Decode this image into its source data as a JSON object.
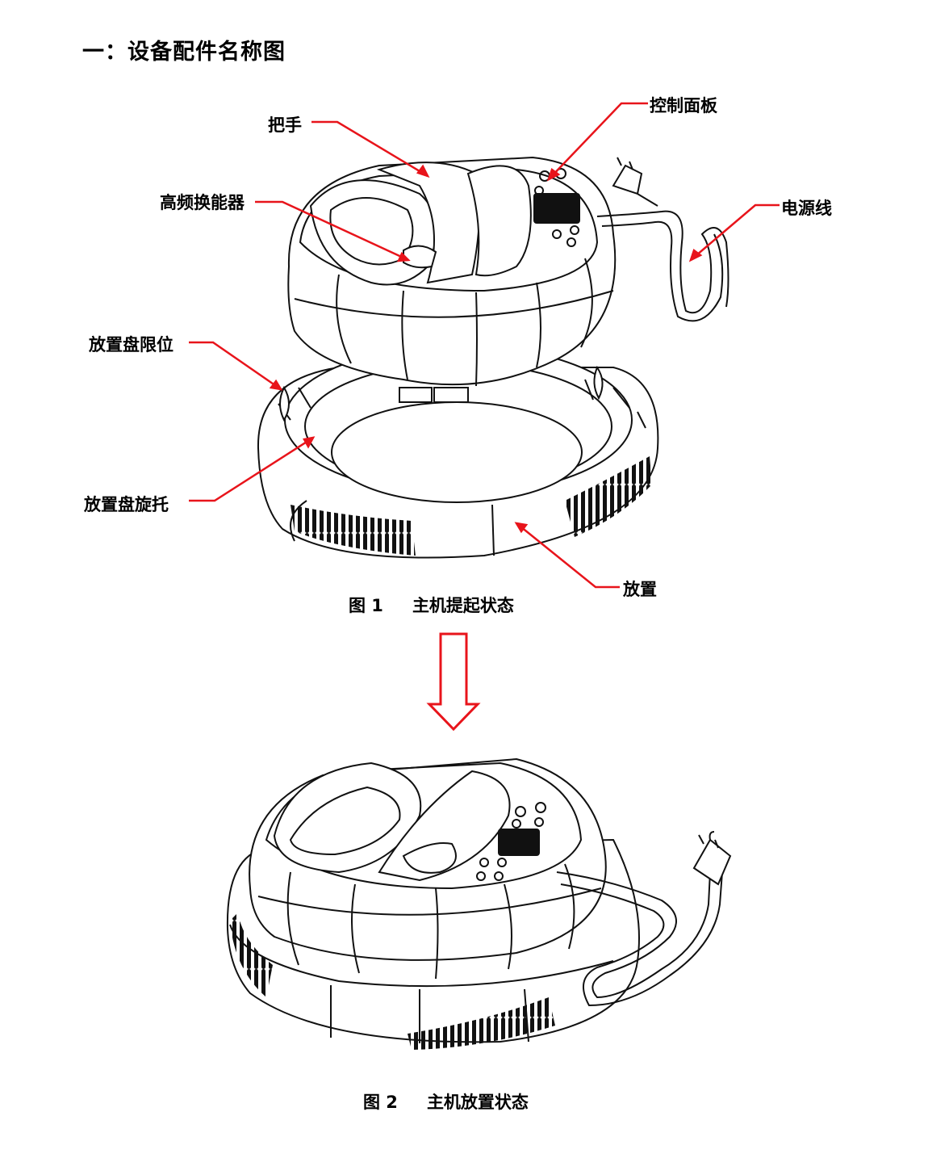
{
  "title": "一：设备配件名称图",
  "labels": {
    "handle": "把手",
    "control_panel": "控制面板",
    "transducer": "高频换能器",
    "power_cord": "电源线",
    "tray_limit": "放置盘限位",
    "tray_rotator": "放置盘旋托",
    "base": "放置"
  },
  "figure1": {
    "number": "图 1",
    "caption": "主机提起状态"
  },
  "figure2": {
    "number": "图 2",
    "caption": "主机放置状态"
  },
  "colors": {
    "leader": "#e8141b",
    "outline": "#111111"
  }
}
